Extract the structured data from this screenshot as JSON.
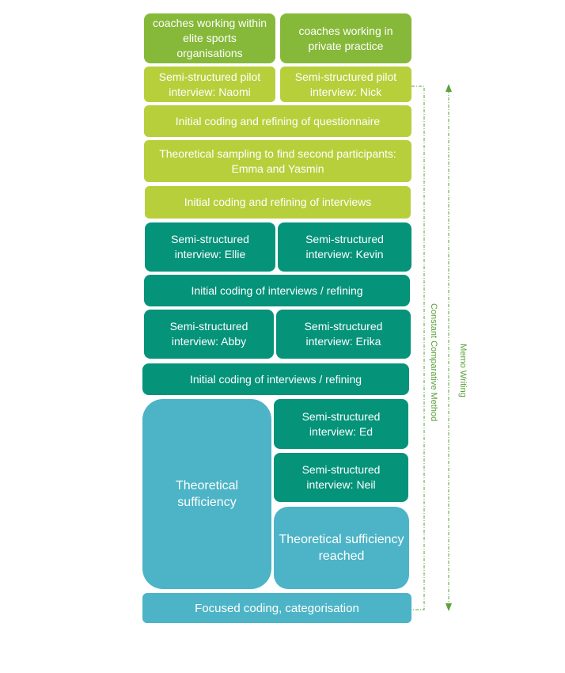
{
  "boxes": {
    "elite": "coaches working within elite sports organisations",
    "private": "coaches working in private practice",
    "pilot_naomi": "Semi-structured pilot interview: Naomi",
    "pilot_nick": "Semi-structured pilot interview: Nick",
    "coding_questionnaire": "Initial coding and refining of questionnaire",
    "theoretical_sampling": "Theoretical sampling to find second participants: Emma and Yasmin",
    "coding_interviews": "Initial coding and refining of interviews",
    "ellie": "Semi-structured interview: Ellie",
    "kevin": "Semi-structured interview: Kevin",
    "coding_refining_1": "Initial coding of interviews / refining",
    "abby": "Semi-structured interview: Abby",
    "erika": "Semi-structured interview: Erika",
    "coding_refining_2": "Initial coding of interviews / refining",
    "theoretical_sufficiency": "Theoretical sufficiency",
    "ed": "Semi-structured interview: Ed",
    "neil": "Semi-structured interview: Neil",
    "sufficiency_reached": "Theoretical sufficiency reached",
    "focused_coding": "Focused coding, categorisation"
  },
  "side_labels": {
    "constant_comparative": "Constant Comparative Method",
    "memo_writing": "Memo Writing"
  },
  "colors": {
    "green_dark": "#86b93a",
    "green_light": "#b8cf3c",
    "teal": "#05937a",
    "blue": "#4cb4c6",
    "annotation": "#5aa23a"
  }
}
